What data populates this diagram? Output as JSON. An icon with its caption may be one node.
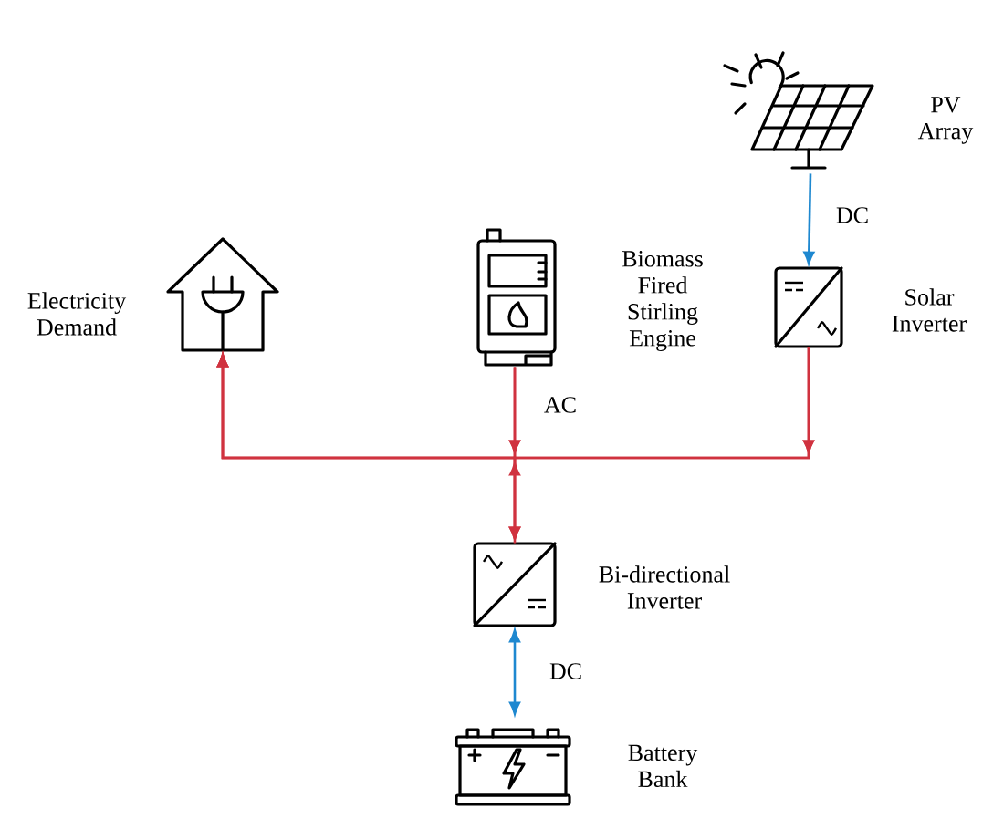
{
  "diagram": {
    "nodes": [
      {
        "text": [
          "PV Array"
        ]
      },
      {
        "text": [
          "Electricity Demand"
        ]
      },
      {
        "text": [
          "Biomass Fired Stirling Engine"
        ]
      },
      {
        "text": [
          "Solar Inverter"
        ]
      },
      {
        "text": [
          "Bi-directional Inverter"
        ]
      },
      {
        "text": [
          "Battery Bank"
        ]
      }
    ],
    "edges": [
      {
        "from": 0,
        "to": 3,
        "arrow": "to",
        "label": "DC",
        "color": "#1e88d0"
      },
      {
        "from": 2,
        "to": 1,
        "arrow": "to",
        "label": "AC"
      },
      {
        "from": 3,
        "to": 1,
        "arrow": "to"
      },
      {
        "from": 2,
        "to": 4,
        "arrow": "to"
      },
      {
        "from": 3,
        "to": 4,
        "arrow": "to"
      },
      {
        "from": 4,
        "to": 1,
        "arrow": "to"
      },
      {
        "from": 5,
        "to": 4,
        "arrow": "both",
        "label": "DC",
        "color": "#1e88d0"
      }
    ]
  }
}
